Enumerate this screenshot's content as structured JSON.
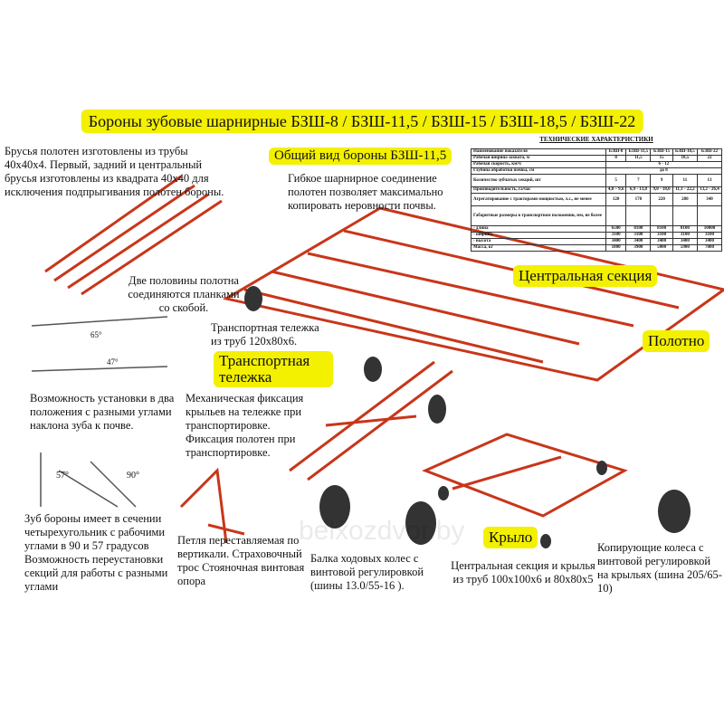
{
  "title": "Бороны зубовые шарнирные БЗШ-8 / БЗШ-11,5 / БЗШ-15 / БЗШ-18,5 / БЗШ-22",
  "general_view": "Общий вид бороны БЗШ-11,5",
  "texts": {
    "bars": "Брусья полотен изготовлены из трубы 40х40х4. Первый, задний и центральный брусья изготовлены из квадрата 40х40 для исключения подпрыгивания полотен бороны.",
    "flex": "Гибкое шарнирное соединение полотен позволяет максимально копировать неровности почвы.",
    "halves": "Две половины полотна соединяются планками со скобой.",
    "cart": "Транспортная тележка из труб 120х80х6.",
    "angles": "Возможность установки в два положения с разными углами наклона зуба к почве.",
    "fix": "Механическая фиксация крыльев на тележке при транспортировке. Фиксация полотен при транспортировке.",
    "tooth": "Зуб бороны имеет в сечении четырехугольник с рабочими углами в 90 и 57 градусов Возможность переустановки секций для работы с разными углами",
    "hitch": "Петля переставляемая по вертикали. Страховочный трос Стояночная винтовая опора",
    "axle": "Балка ходовых колес с винтовой регулировкой (шины 13.0/55-16 ).",
    "frame": "Центральная секция и крылья из труб 100х100х6 и 80х80х5",
    "wheels": "Копирующие колеса с винтовой регулировкой на крыльях (шина 205/65-10)"
  },
  "labels": {
    "central": "Центральная секция",
    "canvas": "Полотно",
    "cart": "Транспортная тележка",
    "wing": "Крыло"
  },
  "angles": {
    "a1": "65°",
    "a2": "47°",
    "t1": "57°",
    "t2": "90°"
  },
  "watermark": "belxozdvor.by",
  "table": {
    "title": "ТЕХНИЧЕСКИЕ ХАРАКТЕРИСТИКИ",
    "header": [
      "Наименование показателя",
      "БЗШ-8",
      "БЗШ-11,5",
      "БЗШ-15",
      "БЗШ-18,5",
      "БЗШ-22"
    ],
    "rows": [
      [
        "Рабочая ширина захвата, м",
        "8",
        "11,5",
        "15",
        "18,5",
        "22"
      ],
      [
        "Количество зубчатых секций, шт",
        "5",
        "7",
        "9",
        "11",
        "13"
      ],
      [
        "Производительность, га/час",
        "4,8 – 9,6",
        "6,9 - 13,8",
        "9,0 - 18,0",
        "11,1 - 22,2",
        "13,2 - 26,4"
      ],
      [
        "Агрегатирование с тракторами мощностью, л.с., не менее",
        "120",
        "170",
        "220",
        "280",
        "340"
      ],
      [
        "- длина",
        "6500",
        "8100",
        "8100",
        "8100",
        "10000"
      ],
      [
        "- ширина",
        "3100",
        "3100",
        "3100",
        "3100",
        "3100"
      ],
      [
        "- высота",
        "3400",
        "3400",
        "3400",
        "3400",
        "3400"
      ],
      [
        "Масса, кг",
        "1800",
        "3900",
        "5000",
        "5900",
        "7000"
      ]
    ],
    "speed": [
      "Рабочая скорость, км/ч",
      "6 - 12"
    ],
    "depth": [
      "Глубина обработки почвы, см",
      "до 8"
    ],
    "dims": "Габаритные размеры в транспортном положении, мм, не более"
  }
}
